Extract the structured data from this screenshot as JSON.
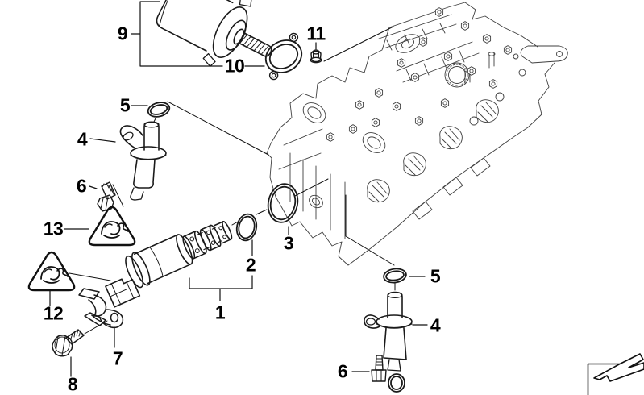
{
  "diagram": {
    "callouts": {
      "c1": {
        "text": "1"
      },
      "c2": {
        "text": "2"
      },
      "c3": {
        "text": "3"
      },
      "c4L": {
        "text": "4"
      },
      "c4R": {
        "text": "4"
      },
      "c5L": {
        "text": "5"
      },
      "c5R": {
        "text": "5"
      },
      "c6L": {
        "text": "6"
      },
      "c6R": {
        "text": "6"
      },
      "c7": {
        "text": "7"
      },
      "c8": {
        "text": "8"
      },
      "c9": {
        "text": "9"
      },
      "c10": {
        "text": "10"
      },
      "c11": {
        "text": "11"
      },
      "c12": {
        "text": "12"
      },
      "c13": {
        "text": "13"
      }
    },
    "icons": {
      "warning_triangle": "warning-triangle-icon",
      "direction_arrow": "direction-arrow-icon"
    },
    "colors": {
      "background": "#ffffff",
      "part_line": "#1a1a1a",
      "engine_line": "#3f3f3f",
      "label": "#000000"
    }
  }
}
